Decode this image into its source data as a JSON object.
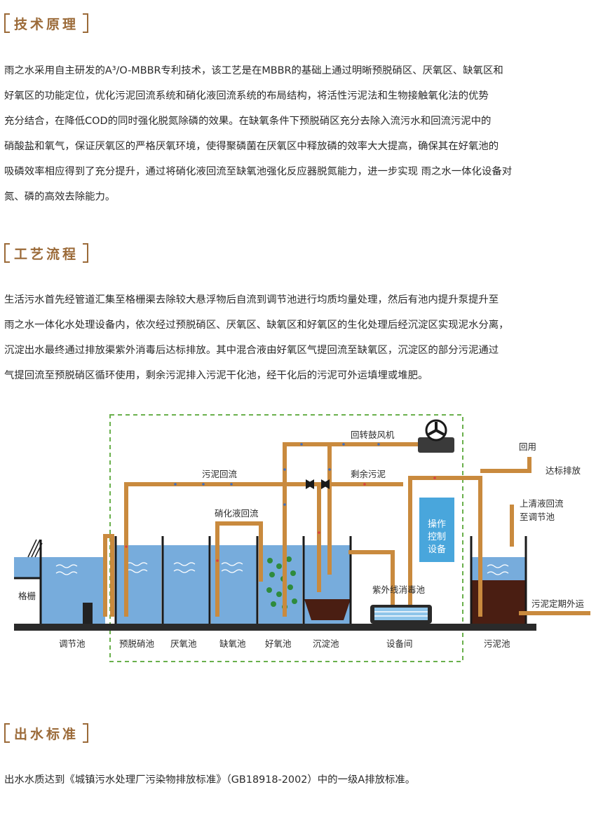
{
  "sections": {
    "principle": {
      "title": "技术原理",
      "lines": [
        "雨之水采用自主研发的A³/O-MBBR专利技术，该工艺是在MBBR的基础上通过明晰预脱硝区、厌氧区、缺氧区和",
        "好氧区的功能定位，优化污泥回流系统和硝化液回流系统的布局结构，将活性污泥法和生物接触氧化法的优势",
        "充分结合，在降低COD的同时强化脱氮除磷的效果。在缺氧条件下预脱硝区充分去除入流污水和回流污泥中的",
        "硝酸盐和氧气，保证厌氧区的严格厌氧环境，使得聚磷菌在厌氧区中释放磷的效率大大提高，确保其在好氧池的",
        "吸磷效率相应得到了充分提升，通过将硝化液回流至缺氧池强化反应器脱氮能力，进一步实现 雨之水一体化设备对",
        "氮、磷的高效去除能力。"
      ]
    },
    "process": {
      "title": "工艺流程",
      "lines": [
        "生活污水首先经管道汇集至格栅渠去除较大悬浮物后自流到调节池进行均质均量处理，然后有池内提升泵提升至",
        "雨之水一体化水处理设备内，依次经过预脱硝区、厌氧区、缺氧区和好氧区的生化处理后经沉淀区实现泥水分离，",
        "沉淀出水最终通过排放渠紫外消毒后达标排放。其中混合液由好氧区气提回流至缺氧区，沉淀区的部分污泥通过",
        "气提回流至预脱硝区循环使用，剩余污泥排入污泥干化池，经干化后的污泥可外运填埋或堆肥。"
      ]
    },
    "standard": {
      "title": "出水标准",
      "lines": [
        "出水水质达到《城镇污水处理厂污染物排放标准》（GB18918-2002）中的一级A排放标准。"
      ]
    }
  },
  "diagram": {
    "labels": {
      "grille": "格栅",
      "blower": "回转鼓风机",
      "sludge_return": "污泥回流",
      "excess_sludge": "剩余污泥",
      "nitrate_return": "硝化液回流",
      "reuse": "回用",
      "discharge": "达标排放",
      "supernatant_1": "上清液回流",
      "supernatant_2": "至调节池",
      "control_1": "操作",
      "control_2": "控制",
      "control_3": "设备",
      "uv": "紫外线消毒池",
      "sludge_out": "污泥定期外运"
    },
    "tanks": [
      "调节池",
      "预脱硝池",
      "厌氧池",
      "缺氧池",
      "好氧池",
      "沉淀池",
      "设备间",
      "污泥池"
    ],
    "colors": {
      "pipe": "#c98a3e",
      "water": "#5f9ed6",
      "wall": "#1a1a1a",
      "control": "#49a6dc",
      "sludge": "#4a1e12",
      "dashed": "#6ab04c",
      "title": "#9b6a38"
    }
  }
}
